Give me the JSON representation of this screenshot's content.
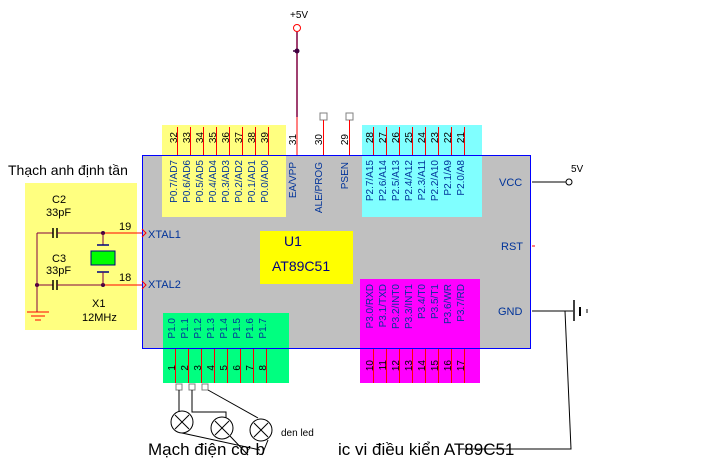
{
  "title": {
    "main_left": "Mạch điện cơ b",
    "main_right": "ic vi điều kiển AT89C51"
  },
  "crystal_section": {
    "heading": "Thạch anh định tần",
    "c2_name": "C2",
    "c2_value": "33pF",
    "c3_name": "C3",
    "c3_value": "33pF",
    "x1_name": "X1",
    "x1_value": "12MHz",
    "pin19": "19",
    "pin18": "18"
  },
  "power": {
    "top_supply": "+5V",
    "vcc_supply": "5V"
  },
  "chip": {
    "ref": "U1",
    "part": "AT89C51",
    "left_pins": [
      "XTAL1",
      "XTAL2"
    ],
    "right_pins": [
      "VCC",
      "RST",
      "GND"
    ],
    "port0": {
      "color": "#ffff80",
      "numbers": [
        "32",
        "33",
        "34",
        "35",
        "36",
        "37",
        "38",
        "39"
      ],
      "labels": [
        "P0.7/AD7",
        "P0.6/AD6",
        "P0.5/AD5",
        "P0.4/AD4",
        "P0.3/AD3",
        "P0.2/AD2",
        "P0.1/AD1",
        "P0.0/AD0"
      ]
    },
    "control": {
      "numbers": [
        "31",
        "30",
        "29"
      ],
      "labels": [
        "EA/VPP",
        "ALE/PROG",
        "PSEN"
      ]
    },
    "port2": {
      "color": "#80ffff",
      "numbers": [
        "28",
        "27",
        "26",
        "25",
        "24",
        "23",
        "22",
        "21"
      ],
      "labels": [
        "P2.7/A15",
        "P2.6/A14",
        "P2.5/A13",
        "P2.4/A12",
        "P2.3/A11",
        "P2.2/A10",
        "P2.1/A9",
        "P2.0/A8"
      ]
    },
    "port1": {
      "color": "#00ff80",
      "numbers": [
        "1",
        "2",
        "3",
        "4",
        "5",
        "6",
        "7",
        "8"
      ],
      "labels": [
        "P1.0",
        "P1.1",
        "P1.2",
        "P1.3",
        "P1.4",
        "P1.5",
        "P1.6",
        "P1.7"
      ]
    },
    "port3": {
      "color": "#ff00ff",
      "numbers": [
        "10",
        "11",
        "12",
        "13",
        "14",
        "15",
        "16",
        "17"
      ],
      "labels": [
        "P3.0/RXD",
        "P3.1/TXD",
        "P3.2/INT0",
        "P3.3/INT1",
        "P3.4/T0",
        "P3.5/T1",
        "P3.6/WR",
        "P3.7/RD"
      ]
    }
  },
  "leds": {
    "label": "den led",
    "count": 3
  },
  "colors": {
    "chip_body": "#c0c0c0",
    "chip_border": "#0000ff",
    "pin_wire": "#ff0000",
    "net_wire": "#800040",
    "label_text": "#003399",
    "crystal_box": "#ffff80",
    "crystal_fill": "#00ff00",
    "ic_label_box": "#ffff00"
  }
}
